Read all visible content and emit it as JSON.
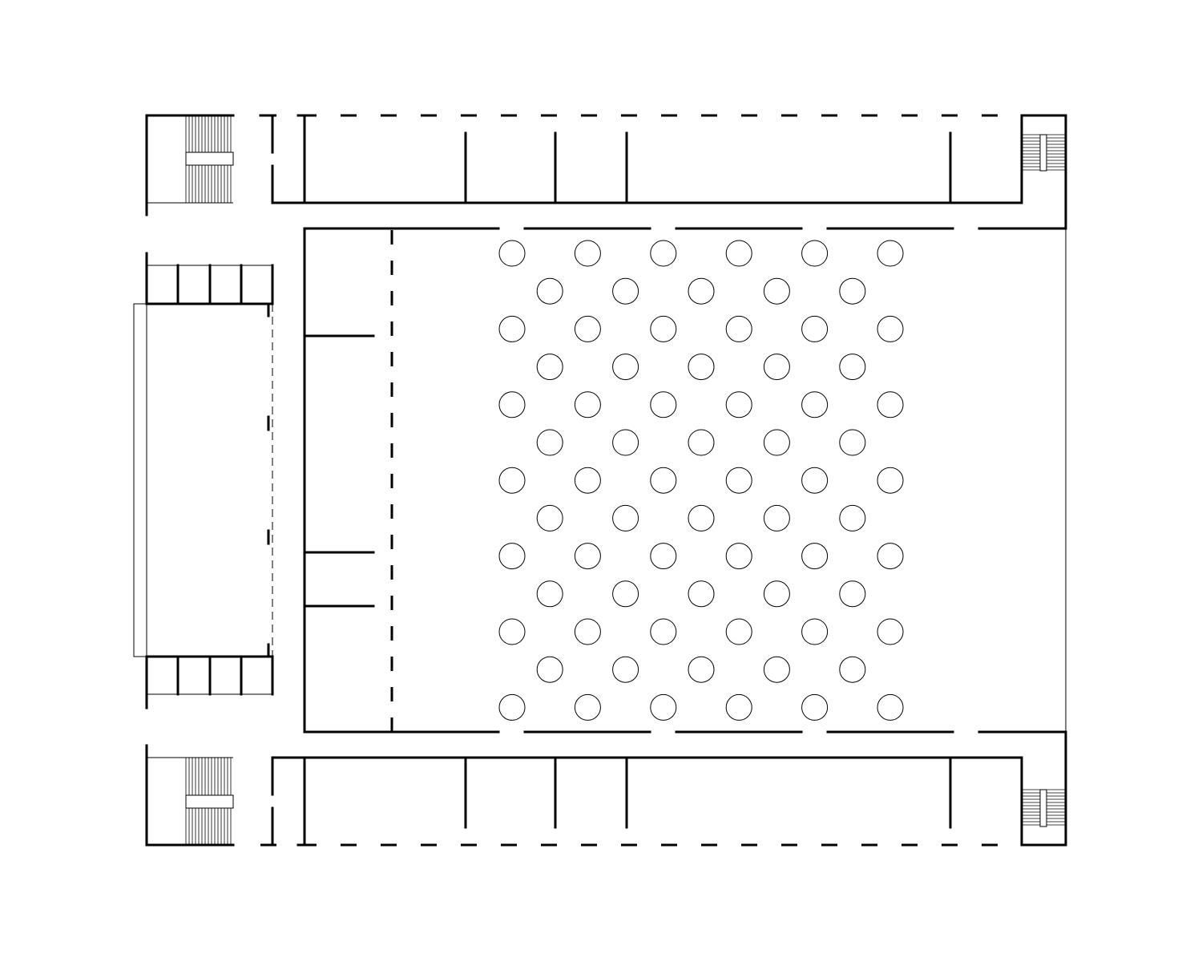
{
  "plan": {
    "column_grid": {
      "rows": 13,
      "long_row_count": 6,
      "short_row_count": 5
    },
    "stair_count": 4,
    "colors": {
      "line": "#000000",
      "background": "#ffffff"
    }
  }
}
